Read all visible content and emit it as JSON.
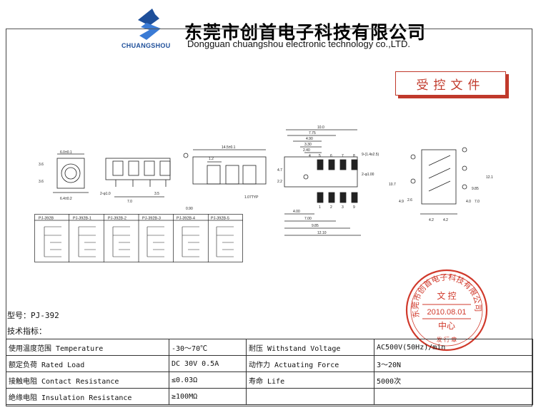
{
  "header": {
    "logo_text": "CHUANGSHOU",
    "company_cn": "东莞市创首电子科技有限公司",
    "company_en": "Dongguan chuangshou electronic technology co.,LTD."
  },
  "controlled_label": "受控文件",
  "drawings": {
    "front_dims": [
      "6.0±0.1",
      "3.6",
      "3.6",
      "6.4±0.2"
    ],
    "side_dims": [
      "2-φ1.0",
      "7.0",
      "3.5"
    ],
    "section_dims": [
      "14.5±0.1",
      "1.2",
      "0.90",
      "1.07TYP"
    ],
    "pcb_top": [
      "10.0",
      "7.75",
      "4.90",
      "3.30",
      "2.40",
      "9-(1.4x2.5)",
      "2-φ1.00"
    ],
    "pcb_left": [
      "4.7",
      "2.2"
    ],
    "pcb_bottom": [
      "4.00",
      "7.00",
      "9.85",
      "12.10"
    ],
    "pcb_pins_top": [
      "4",
      "5",
      "6",
      "7",
      "8"
    ],
    "pcb_pins_bottom": [
      "1",
      "2",
      "3",
      "9"
    ],
    "right_dims": [
      "10.7",
      "9.85",
      "12.1",
      "4.9",
      "4.2",
      "4.2",
      "2.6",
      "4.0",
      "7.0"
    ]
  },
  "schematics": {
    "variants": [
      "PJ-392B",
      "PJ-392B-1",
      "PJ-392B-2",
      "PJ-392B-3",
      "PJ-392B-4",
      "PJ-392B-5"
    ]
  },
  "stamp": {
    "ring_text": "东莞市创首电子科技有限公司",
    "title": "文 控",
    "date": "2010.08.01",
    "bottom": "中心",
    "extra": "发 行 章"
  },
  "model_line": "型号：PJ-392",
  "tech_title": "技术指标：",
  "specs": {
    "rows": [
      [
        "使用温度范围 Temperature",
        "-30～70℃",
        "耐压 Withstand Voltage",
        "AC500V(50Hz)/min"
      ],
      [
        "额定负荷 Rated Load",
        "DC 30V 0.5A",
        "动作力 Actuating Force",
        "3～20N"
      ],
      [
        "接触电阻 Contact Resistance",
        "≤0.03Ω",
        "寿命 Life",
        "5000次"
      ],
      [
        "绝缘电阻 Insulation Resistance",
        "≥100MΩ",
        "",
        ""
      ]
    ]
  }
}
